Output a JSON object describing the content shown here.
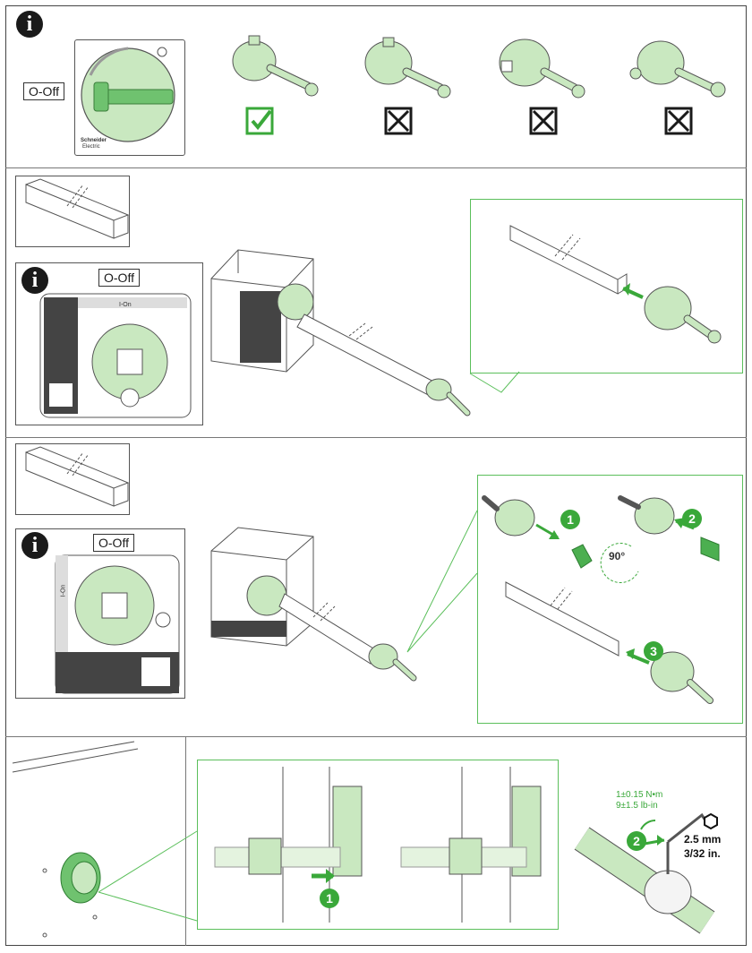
{
  "labels": {
    "o_off": "O-Off",
    "i_on": "I-On",
    "info_glyph": "i",
    "brand": "Schneider",
    "brand_sub": "Electric"
  },
  "steps": {
    "one": "1",
    "two": "2",
    "three": "3"
  },
  "rotation": "90°",
  "torque": {
    "line1": "1±0.15 N•m",
    "line2": "9±1.5 lb-in"
  },
  "hex_key": {
    "metric": "2.5 mm",
    "imperial": "3/32 in."
  },
  "compatibility": {
    "marks": [
      "valid-check",
      "invalid-x",
      "invalid-x",
      "invalid-x"
    ]
  },
  "colors": {
    "accent_green": "#3aa83a",
    "part_green": "#c9e8c0",
    "outline": "#444444",
    "invalid_mark": "#1a1a1a"
  },
  "icons": [
    "info-icon",
    "check-icon",
    "cross-icon",
    "hex-icon",
    "rotate-arrow-icon"
  ]
}
